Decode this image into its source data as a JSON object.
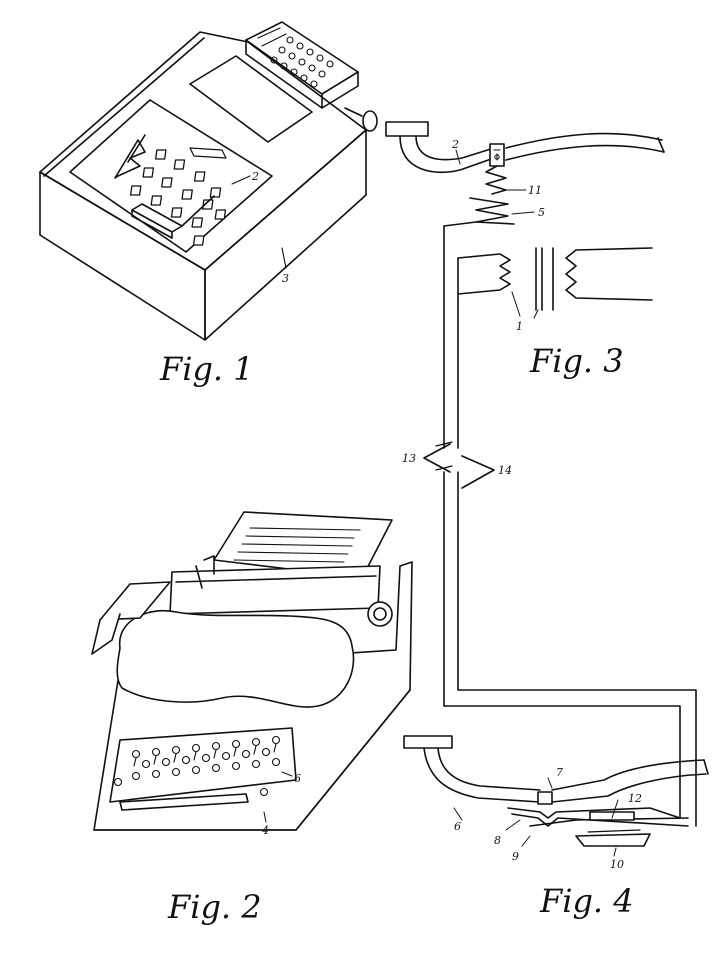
{
  "figures": {
    "fig1": {
      "caption": "Fig. 1",
      "label_2": "2",
      "label_3": "3"
    },
    "fig2": {
      "caption": "Fig. 2",
      "label_4": "4",
      "label_6": "6"
    },
    "fig3": {
      "caption": "Fig. 3",
      "label_1": "1",
      "label_2": "2",
      "label_5": "5",
      "label_11": "11"
    },
    "fig4": {
      "caption": "Fig. 4",
      "label_6": "6",
      "label_7": "7",
      "label_8": "8",
      "label_9": "9",
      "label_10": "10",
      "label_12": "12"
    },
    "line": {
      "label_13": "13",
      "label_14": "14"
    }
  },
  "colors": {
    "ink": "#111111",
    "paper": "#ffffff"
  }
}
